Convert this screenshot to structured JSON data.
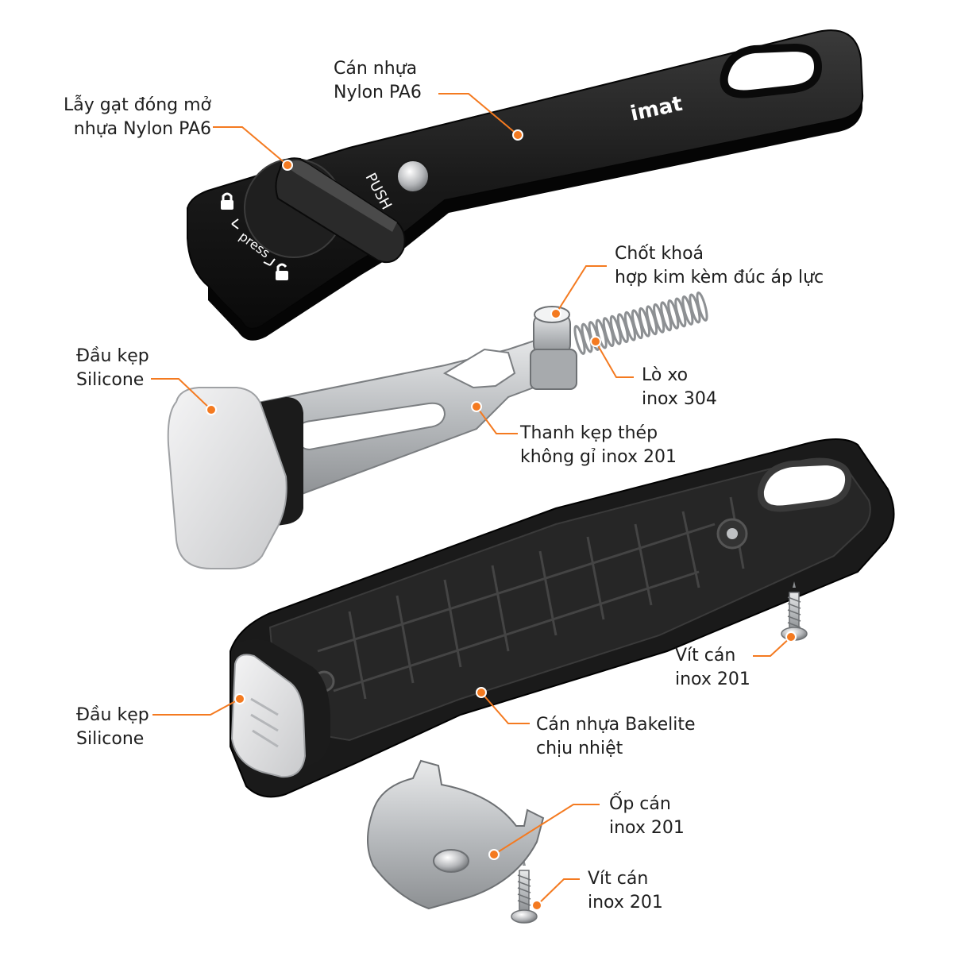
{
  "product": {
    "brand": "imat",
    "push_text": "PUSH",
    "press_text": "press"
  },
  "colors": {
    "accent": "#f47a20",
    "handle_black": "#141414",
    "steel": "#c9cbcd",
    "silicone": "#e4e5e7"
  },
  "icons": {
    "lock": "lock-icon",
    "unlock": "unlock-icon",
    "arrow": "arrow-icon"
  },
  "labels": {
    "nylon_handle": {
      "line1": "Cán nhựa",
      "line2": "Nylon PA6"
    },
    "lever": {
      "line1": "Lẫy gạt đóng mở",
      "line2": "nhựa Nylon PA6"
    },
    "lock_pin": {
      "line1": "Chốt khoá",
      "line2": "hợp kim kèm đúc áp lực"
    },
    "silicone_top": {
      "line1": "Đầu kẹp",
      "line2": "Silicone"
    },
    "spring": {
      "line1": "Lò xo",
      "line2": "inox 304"
    },
    "clamp_bar": {
      "line1": "Thanh kẹp thép",
      "line2": "không gỉ inox 201"
    },
    "screw_upper": {
      "line1": "Vít cán",
      "line2": "inox 201"
    },
    "silicone_bottom": {
      "line1": "Đầu kẹp",
      "line2": "Silicone"
    },
    "bakelite_handle": {
      "line1": "Cán nhựa Bakelite",
      "line2": "chịu nhiệt"
    },
    "cover": {
      "line1": "Ốp cán",
      "line2": "inox 201"
    },
    "screw_lower": {
      "line1": "Vít cán",
      "line2": "inox 201"
    }
  }
}
